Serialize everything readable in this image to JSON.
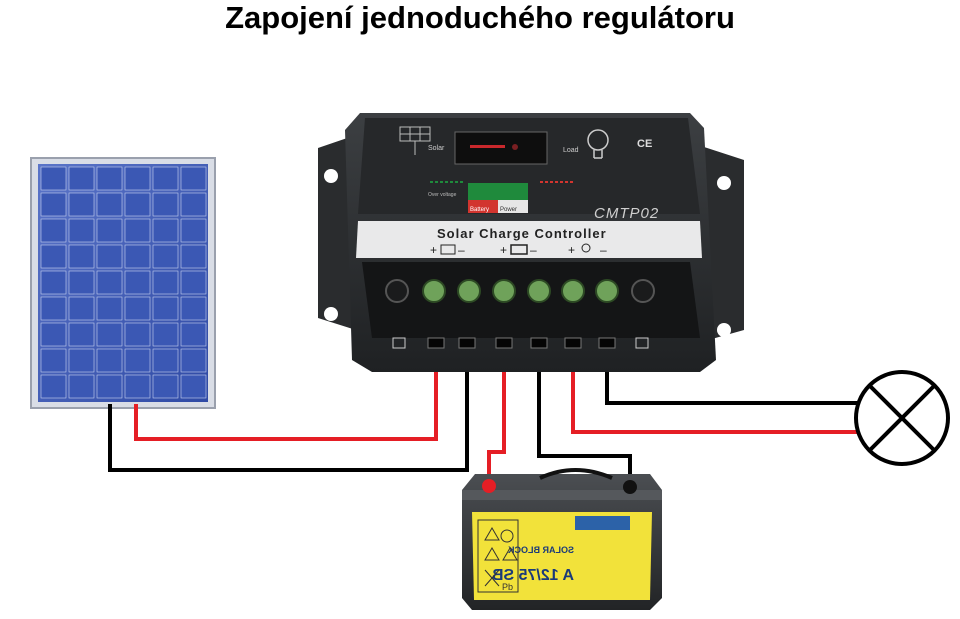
{
  "title": "Zapojení jednoduchého regulátoru",
  "controller": {
    "brand_label": "Solar Charge Controller",
    "model": "CMTP02",
    "solar_label": "Solar",
    "load_label": "Load",
    "ce_mark": "CE",
    "status_labels": [
      "Over voltage",
      "Battery",
      "Power"
    ],
    "terminal_symbols": [
      "+",
      "–",
      "+",
      "–",
      "+",
      "–"
    ]
  },
  "battery": {
    "mirrored_text_1": "SOLAR BLOCK",
    "mirrored_text_2": "A 12/75 SB",
    "pb_mark": "Pb"
  },
  "icons": {
    "solar_panel": "solar-panel-icon",
    "battery": "battery-icon",
    "load": "lamp-icon",
    "bulb": "bulb-icon"
  },
  "colors": {
    "positive_wire": "#e51e25",
    "negative_wire": "#000000",
    "panel_cell": "#3b58b4",
    "controller_body": "#2d2f31",
    "battery_label": "#f2e23a"
  }
}
